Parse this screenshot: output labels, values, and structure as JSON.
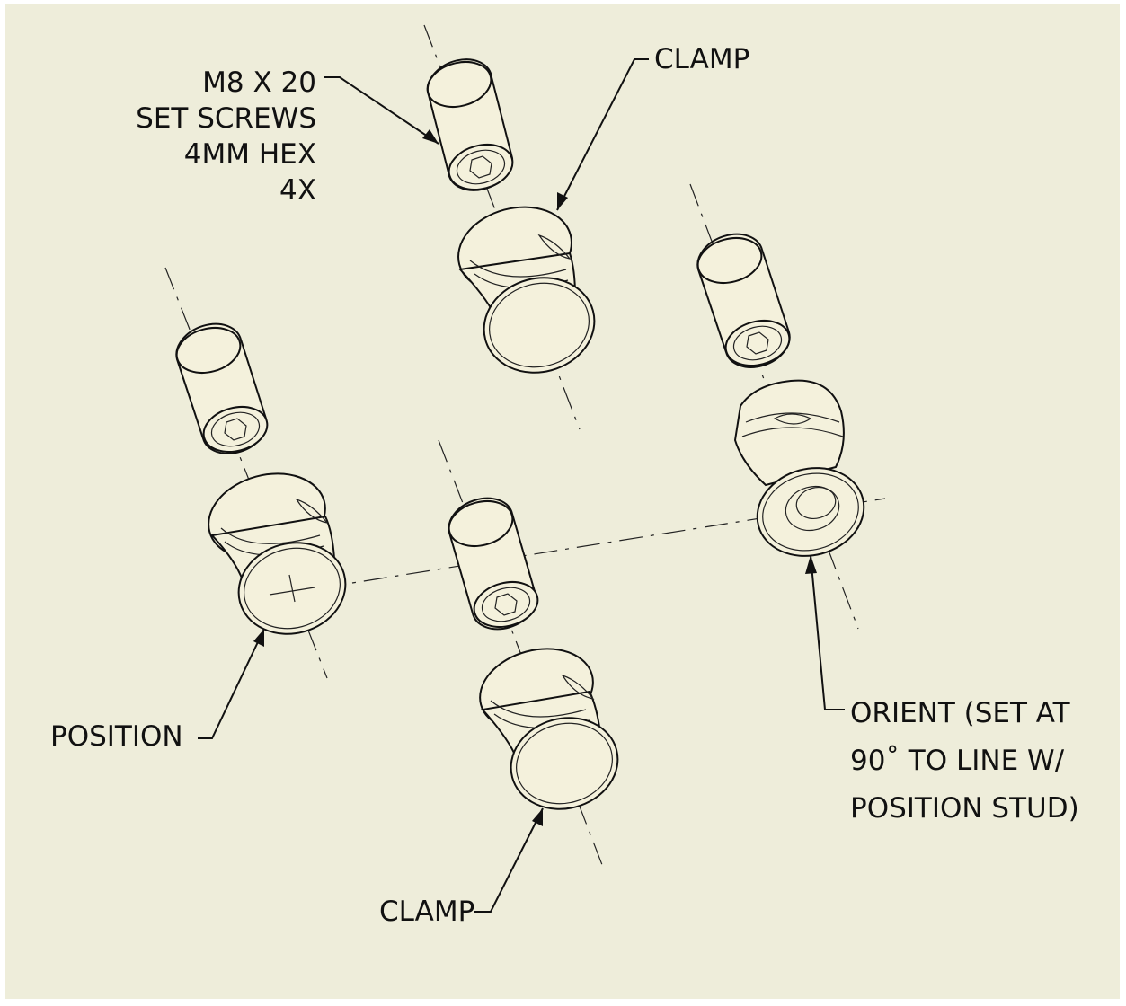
{
  "labels": {
    "screws": [
      "M8 X 20",
      "SET SCREWS",
      "4MM HEX",
      "4X"
    ],
    "clamp_top": "CLAMP",
    "clamp_bottom": "CLAMP",
    "position": "POSITION",
    "orient": [
      "ORIENT (SET AT",
      "90˚ TO LINE W/",
      "POSITION STUD)"
    ]
  },
  "colors": {
    "paper": "#eeedda",
    "ink": "#111111",
    "part_fill": "#f4f1dc"
  }
}
